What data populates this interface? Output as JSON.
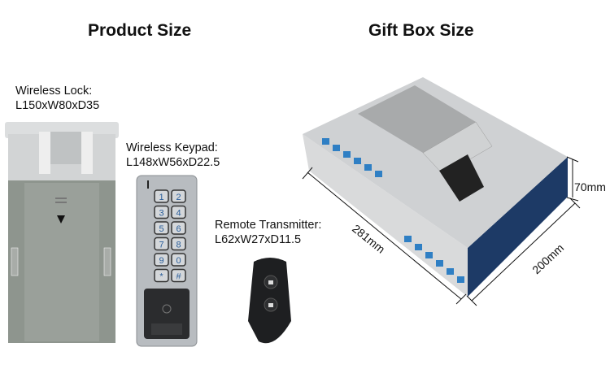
{
  "headings": {
    "product_size": "Product Size",
    "gift_box_size": "Gift Box Size"
  },
  "products": [
    {
      "name": "Wireless Lock:",
      "size": "L150xW80xD35"
    },
    {
      "name": "Wireless Keypad:",
      "size": "L148xW56xD22.5"
    },
    {
      "name": "Remote Transmitter:",
      "size": "L62xW27xD11.5"
    }
  ],
  "keypad_keys": [
    "1",
    "2",
    "3",
    "4",
    "5",
    "6",
    "7",
    "8",
    "9",
    "0",
    "*",
    "#"
  ],
  "box_dimensions": {
    "length": "281mm",
    "width": "200mm",
    "height": "70mm"
  },
  "colors": {
    "lock_body": "#8e958e",
    "lock_top": "#d6d8d8",
    "keypad_metal": "#b8bcc0",
    "key_text": "#2a5e9a",
    "box_side": "#1d3a66",
    "box_icons": "#2f7fc4"
  }
}
